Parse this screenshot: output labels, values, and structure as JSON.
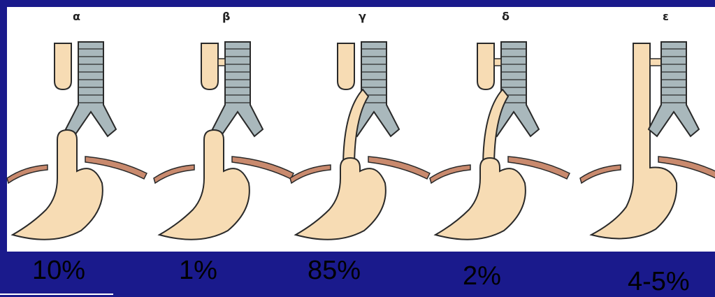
{
  "colors": {
    "frame": "#1a1a8c",
    "panel": "#ffffff",
    "stomach": "#f7dcb4",
    "outline": "#2a2a2a",
    "trachea": "#a9b8bc",
    "diaphragm": "#c98a6e"
  },
  "variants": [
    {
      "letter": "α",
      "percentage": "10%"
    },
    {
      "letter": "β",
      "percentage": "1%"
    },
    {
      "letter": "γ",
      "percentage": "85%"
    },
    {
      "letter": "δ",
      "percentage": "2%"
    },
    {
      "letter": "ε",
      "percentage": "4-5%"
    }
  ]
}
